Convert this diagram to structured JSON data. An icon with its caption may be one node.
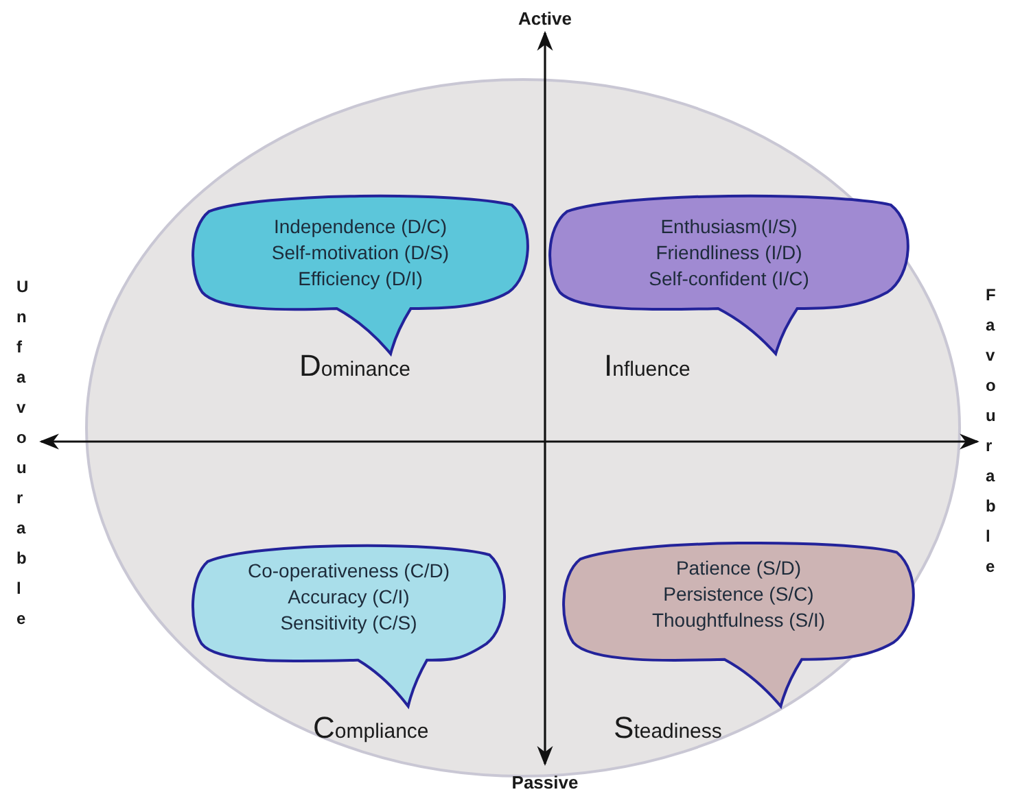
{
  "diagram": {
    "nodes": [
      {
        "text": [
          "Independence (D/C)",
          "Self-motivation (D/S)",
          "Efficiency (D/I)"
        ],
        "beside": [
          "Dominance"
        ]
      },
      {
        "text": [
          "Enthusiasm(I/S)",
          "Friendliness (I/D)",
          "Self-confident (I/C)"
        ],
        "beside": [
          "Influence"
        ]
      },
      {
        "text": [
          "Co-operativeness (C/D)",
          "Accuracy (C/I)",
          "Sensitivity (C/S)"
        ],
        "beside": [
          "Compliance"
        ]
      },
      {
        "text": [
          "Patience (S/D)",
          "Persistence (S/C)",
          "Thoughtfulness (S/I)"
        ],
        "beside": [
          "Steadiness"
        ]
      }
    ],
    "edges": [],
    "labels": [
      "Active",
      "Unfavourable",
      "Favourable",
      "Passive"
    ]
  }
}
